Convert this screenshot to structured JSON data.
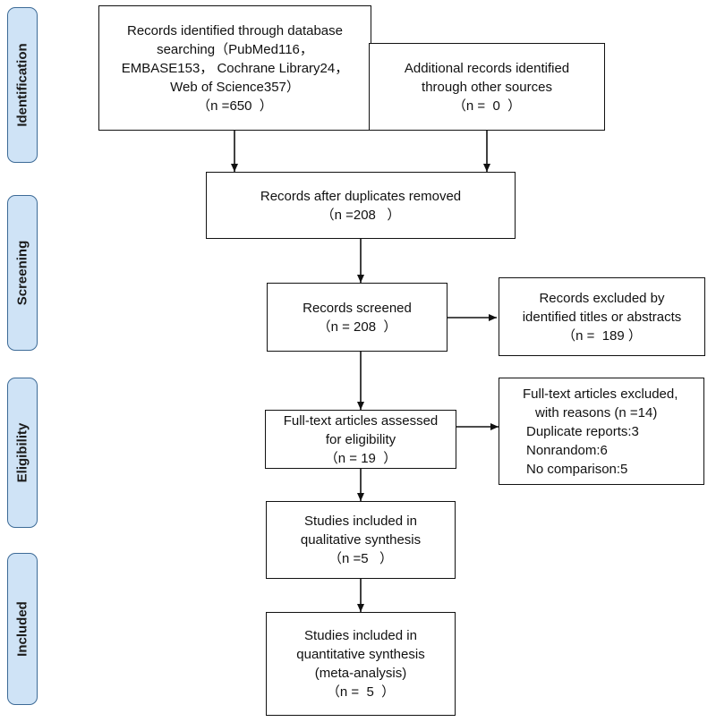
{
  "phases": [
    {
      "label": "Identification"
    },
    {
      "label": "Screening"
    },
    {
      "label": "Eligibility"
    },
    {
      "label": "Included"
    }
  ],
  "boxes": {
    "database": {
      "lines": [
        "Records identified through database",
        "searching（PubMed116，",
        "EMBASE153， Cochrane Library24，",
        "Web of Science357）",
        "（n =650  ）"
      ]
    },
    "other_sources": {
      "lines": [
        "Additional records identified",
        "through other sources",
        "（n =  0  ）"
      ]
    },
    "duplicates_removed": {
      "lines": [
        "Records after duplicates removed",
        "（n =208   ）"
      ]
    },
    "screened": {
      "lines": [
        "Records screened",
        "（n = 208  ）"
      ]
    },
    "excluded_titles": {
      "lines": [
        "Records excluded by",
        "identified titles or abstracts",
        "（n =  189 ）"
      ]
    },
    "full_text_assessed": {
      "lines": [
        "Full-text articles assessed",
        "for eligibility",
        "（n = 19  ）"
      ]
    },
    "full_text_excluded": {
      "lines": [
        "Full-text articles excluded,",
        "with reasons (n =14)",
        "Duplicate reports:3",
        "Nonrandom:6",
        "No comparison:5"
      ]
    },
    "qualitative": {
      "lines": [
        "Studies included in",
        "qualitative synthesis",
        "（n =5   ）"
      ]
    },
    "quantitative": {
      "lines": [
        "Studies included in",
        "quantitative synthesis",
        "(meta-analysis)",
        "（n =  5  ）"
      ]
    }
  }
}
